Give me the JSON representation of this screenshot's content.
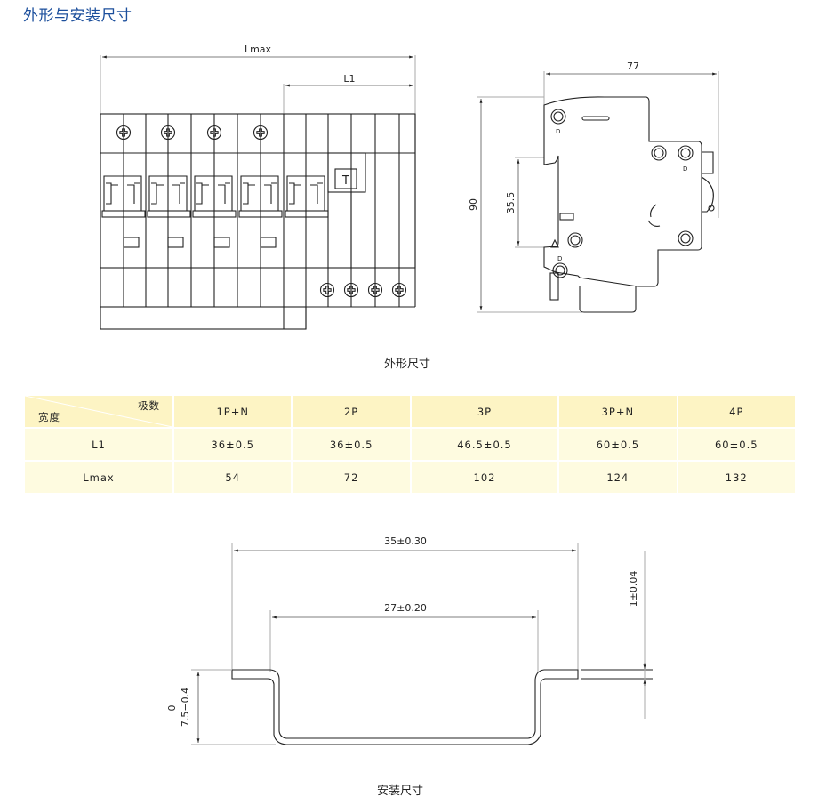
{
  "page": {
    "title": "外形与安装尺寸",
    "colors": {
      "title": "#1c4f9c",
      "table_header_bg": "#fdf4c4",
      "table_body_bg": "#fefbe0"
    }
  },
  "outline_drawing": {
    "caption": "外形尺寸",
    "front_view": {
      "dim_total_label": "Lmax",
      "dim_partial_label": "L1",
      "test_button_label": "T",
      "top_terminal_count": 4,
      "bottom_terminal_count": 4,
      "pole_handles": 5
    },
    "side_view": {
      "width_label": "77",
      "height_label": "90",
      "rail_height_label": "35.5",
      "marks": [
        "D",
        "D",
        "D"
      ]
    }
  },
  "spec_table": {
    "corner_top": "极数",
    "corner_bottom": "宽度",
    "columns": [
      "1P+N",
      "2P",
      "3P",
      "3P+N",
      "4P"
    ],
    "rows": [
      {
        "label": "L1",
        "values": [
          "36±0.5",
          "36±0.5",
          "46.5±0.5",
          "60±0.5",
          "60±0.5"
        ]
      },
      {
        "label": "Lmax",
        "values": [
          "54",
          "72",
          "102",
          "124",
          "132"
        ]
      }
    ]
  },
  "rail_drawing": {
    "caption": "安装尺寸",
    "outer_width_label": "35±0.30",
    "inner_width_label": "27±0.20",
    "thickness_label": "1±0.04",
    "depth_label_main": "7.5−0.4",
    "depth_label_sup": "0"
  }
}
